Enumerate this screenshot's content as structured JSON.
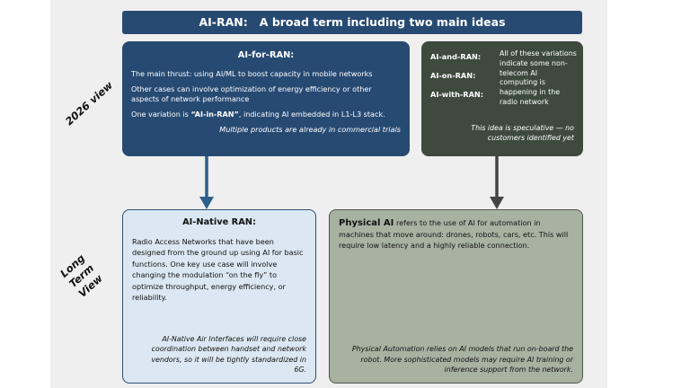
{
  "title": "AI-RAN:   A broad term including two main ideas",
  "side_labels": {
    "top": "2026 view",
    "bottom": "Long Term View"
  },
  "ai_for_ran": {
    "heading": "AI-for-RAN:",
    "p1": "The main thrust:  using AI/ML to boost capacity in mobile networks",
    "p2": "Other cases can involve optimization of energy efficiency or other aspects of network performance",
    "p3_pre": "One variation is ",
    "p3_highlight": "“AI-in-RAN”",
    "p3_post": ", indicating AI embedded in L1-L3 stack.",
    "note": "Multiple products are already in commercial trials"
  },
  "ai_and_ran": {
    "labels": [
      "AI-and-RAN:",
      "AI-on-RAN:",
      "AI-with-RAN:"
    ],
    "text": "All of these variations indicate some non-telecom AI computing is happening in the radio network",
    "note": "This idea is speculative — no customers identified yet"
  },
  "ai_native": {
    "heading": "AI-Native RAN:",
    "body": "Radio Access Networks that have been designed from the ground up using AI for basic functions.  One key use case will involve changing the modulation “on the fly” to optimize throughput, energy efficiency, or reliability.",
    "note": "AI-Native Air Interfaces will require close coordination between handset and network vendors, so it will be tightly standardized in 6G."
  },
  "physical_ai": {
    "lead": "Physical AI",
    "body": "  refers to the use of AI for automation in machines that move around:  drones, robots, cars, etc.   This will require low latency and a highly reliable connection.",
    "note": "Physical Automation relies on AI models that run on-board the robot.  More sophisticated models may require AI training or inference support from the network."
  },
  "colors": {
    "blue": "#274a73",
    "dark_green": "#3d4a3d",
    "light_blue": "#dbe8f3",
    "sage": "#a7b2a1",
    "arrow_blue": "#2d5f8c",
    "arrow_gray": "#444444"
  }
}
